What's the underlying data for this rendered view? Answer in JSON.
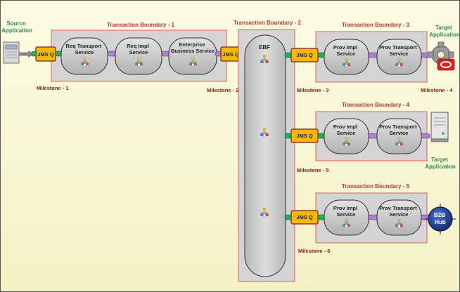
{
  "labels": {
    "source_app": [
      "Source",
      "Application"
    ],
    "target_app_1": [
      "Target",
      "Application"
    ],
    "target_app_2": [
      "Target",
      "Application"
    ],
    "tb1": "Transaction Boundary - 1",
    "tb2": "Transaction Boundary - 2",
    "tb3": "Transaction Boundary - 3",
    "tb4": "Transaction Boundary - 4",
    "tb5": "Transaction Boundary - 5",
    "ebf": "EBF",
    "m1": "Milestone - 1",
    "m2": "Milestone - 2",
    "m3": "Milestone - 3",
    "m4": "Milestone - 4",
    "m5": "Milestone - 5",
    "m6": "Milestone - 6",
    "jmsq": "JMS Q",
    "b2b": [
      "B2B",
      "Hub"
    ]
  },
  "services": {
    "req_transport": [
      "Req Transport",
      "Service"
    ],
    "req_impl": [
      "Req Impl",
      "Service"
    ],
    "ebs": [
      "Enterprise",
      "Business Service"
    ],
    "prov_impl_1": [
      "Prov Impl",
      "Service"
    ],
    "prov_transport_1": [
      "Prov Transport",
      "Service"
    ],
    "prov_impl_2": [
      "Prov Impl",
      "Service"
    ],
    "prov_transport_2": [
      "Prov Transport",
      "Service"
    ],
    "prov_impl_3": [
      "Prov Impl",
      "Service"
    ],
    "prov_transport_3": [
      "Prov Transport",
      "Service"
    ]
  },
  "colors": {
    "boundary_title": "#c0392b",
    "milestone": "#8b1a1a",
    "app_label": "#2e8b57",
    "jms_fill": "#f5b800",
    "jms_stroke": "#8b1a1a",
    "green_connector": "#22b14c",
    "purple_connector": "#b07fd0",
    "boundary_fill": "#d4d4d4",
    "boundary_stroke": "#e06060",
    "b2b_fill": "#1f3a93"
  }
}
